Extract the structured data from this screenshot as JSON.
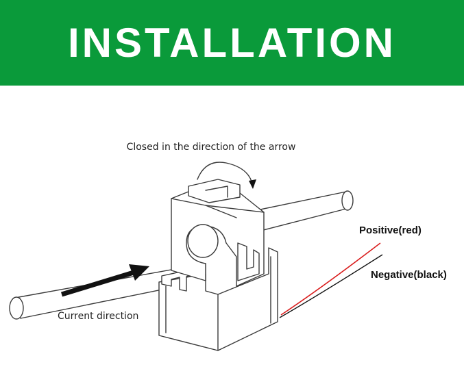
{
  "header": {
    "title": "INSTALLATION",
    "background_color": "#0a9a3a"
  },
  "diagram": {
    "label_closed_direction": "Closed in the direction of the arrow",
    "label_current_direction": "Current direction",
    "label_positive": "Positive(red)",
    "label_negative": "Negative(black)",
    "wire_colors": {
      "positive": "#d91c1c",
      "negative": "#111111"
    }
  }
}
